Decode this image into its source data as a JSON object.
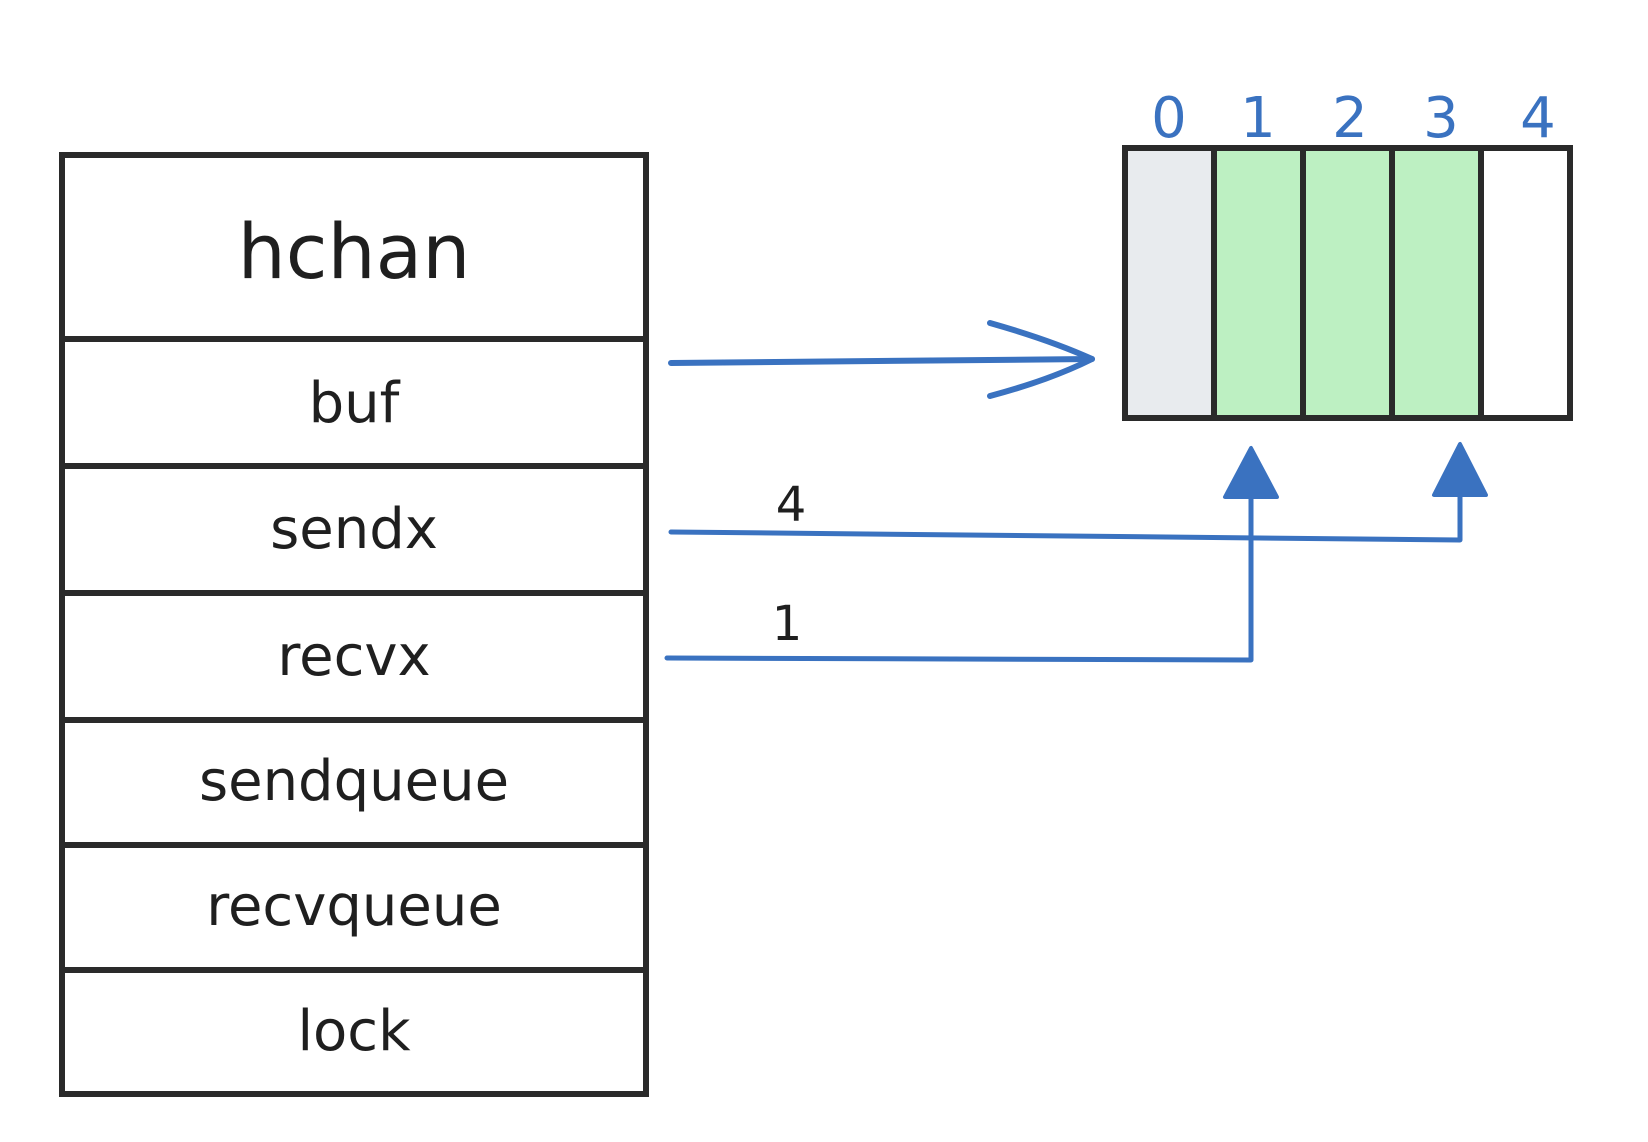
{
  "struct": {
    "title": "hchan",
    "fields": [
      "buf",
      "sendx",
      "recvx",
      "sendqueue",
      "recvqueue",
      "lock"
    ]
  },
  "buffer": {
    "indices": [
      "0",
      "1",
      "2",
      "3",
      "4"
    ],
    "slot_states": [
      "consumed",
      "filled",
      "filled",
      "filled",
      "empty"
    ]
  },
  "pointers": {
    "sendx_value": "4",
    "recvx_value": "1"
  },
  "colors": {
    "outline": "#2a2a2a",
    "arrow": "#3a72c0",
    "consumed_slot": "#e8ebee",
    "filled_slot": "#bdf0c2",
    "empty_slot": "#ffffff"
  }
}
